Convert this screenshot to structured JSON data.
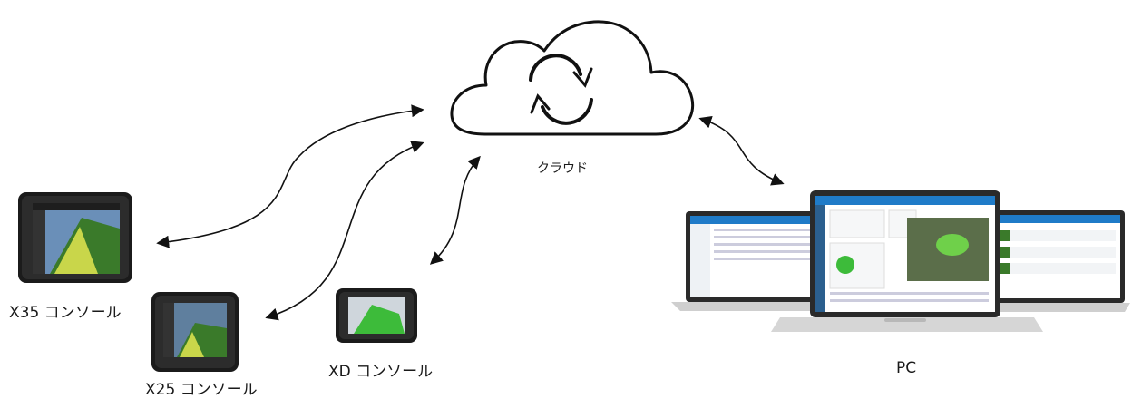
{
  "cloud": {
    "label": "クラウド",
    "icon": "sync-icon"
  },
  "devices": {
    "x35": {
      "label": "X35 コンソール"
    },
    "x25": {
      "label": "X25 コンソール"
    },
    "xd": {
      "label": "XD コンソール"
    },
    "pc": {
      "label": "PC"
    }
  },
  "colors": {
    "line": "#111111",
    "screen_green": "#3dbb3a",
    "ui_blue": "#1f7bc8"
  }
}
